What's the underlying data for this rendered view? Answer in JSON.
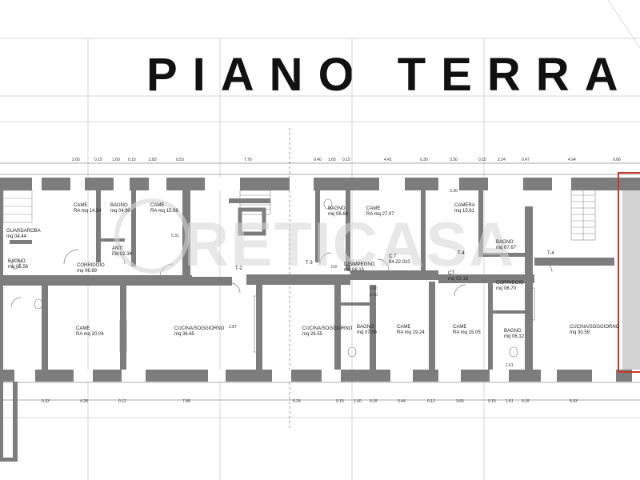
{
  "title": "PIANO TERRA",
  "watermark": "RETICASA",
  "colors": {
    "wall": "#7d7d7d",
    "highlight": "#c0392b",
    "grid": "#d9d9d9"
  },
  "rooms": [
    {
      "name": "CAME",
      "sub": "RA   mq",
      "area": "14.34"
    },
    {
      "name": "BAGNO",
      "sub": "mq",
      "area": "04.90"
    },
    {
      "name": "CAME",
      "sub": "RA   mq",
      "area": "15.08"
    },
    {
      "name": "GUARDAROBA",
      "sub": "mq",
      "area": "04.44"
    },
    {
      "name": "ANTI",
      "sub": "mq",
      "area": "02.34"
    },
    {
      "name": "BAGNO",
      "sub": "mq",
      "area": "05.56"
    },
    {
      "name": "CORRIDOIO",
      "sub": "mq",
      "area": "06.89"
    },
    {
      "name": "BAGNO",
      "sub": "mq",
      "area": "06.68"
    },
    {
      "name": "CAME",
      "sub": "RA   mq",
      "area": "27.07"
    },
    {
      "name": "DISIMPEGNO",
      "sub": "mq",
      "area": "08.15"
    },
    {
      "name": "C.T",
      "sub": "",
      "area": "04.22.010"
    },
    {
      "name": "CAMERA",
      "sub": "mq",
      "area": "15.61"
    },
    {
      "name": "BAGNO",
      "sub": "mq",
      "area": "07.67"
    },
    {
      "name": "CT",
      "sub": "mq",
      "area": "03.18"
    },
    {
      "name": "CORRIDOIO",
      "sub": "mq",
      "area": "06.70"
    },
    {
      "name": "CAME",
      "sub": "RA   mq",
      "area": "20.04"
    },
    {
      "name": "CUCINA/SOGGIORNO",
      "sub": "mq",
      "area": "36.65"
    },
    {
      "name": "CUCINA/SOGGIORNO",
      "sub": "mq",
      "area": "26.55"
    },
    {
      "name": "BAGNO",
      "sub": "mq",
      "area": "07.06"
    },
    {
      "name": "CAME",
      "sub": "RA   mq",
      "area": "19.24"
    },
    {
      "name": "CAME",
      "sub": "RA   mq",
      "area": "15.05"
    },
    {
      "name": "BAGNO",
      "sub": "mq",
      "area": "06.12"
    },
    {
      "name": "CUCINA/SOGGIORNO",
      "sub": "mq",
      "area": "30.59"
    }
  ],
  "labels": [
    "T-2",
    "T-3",
    "T-4",
    "T-4"
  ],
  "top_dims": [
    "2.65",
    "0.15",
    "1.60",
    "0.15",
    "2.82",
    "0.53",
    "7.76",
    "0.40",
    "1.65",
    "0.15",
    "4.41",
    "0.30",
    "3.30",
    "0.15",
    "2.24",
    "0.47",
    "4.94",
    "0.66"
  ],
  "bottom_dims": [
    "0.33",
    "4.28",
    "0.12",
    "7.88",
    "5.24",
    "0.15",
    "1.60",
    "0.15",
    "3.44",
    "0.12",
    "3.66",
    "0.15",
    "1.61",
    "0.15",
    "5.03"
  ],
  "misc_dims": [
    "5.31",
    "3.30",
    "1.61",
    "0.8",
    "0.60",
    "2.10",
    "2.87"
  ]
}
